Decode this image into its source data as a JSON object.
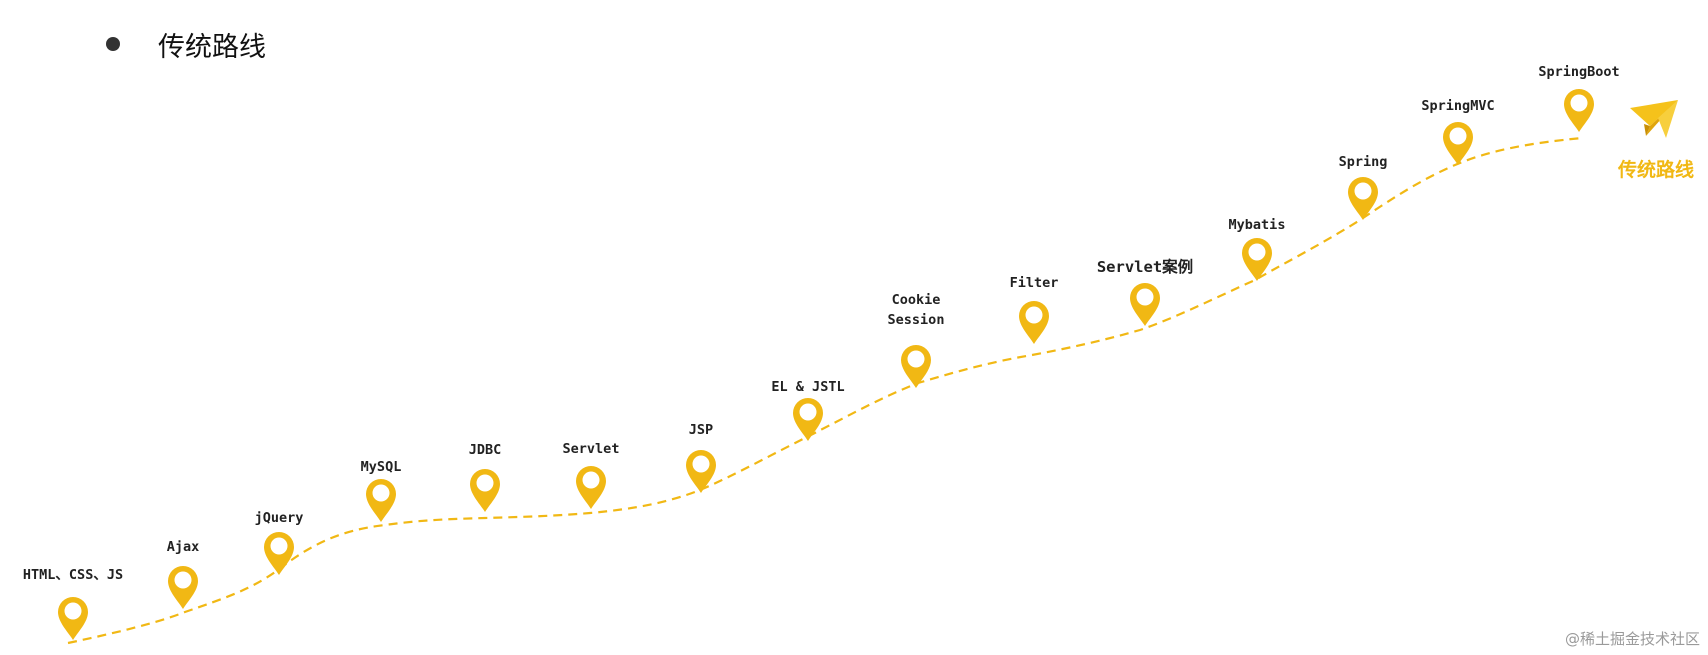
{
  "heading": "传统路线",
  "end_label": "传统路线",
  "watermark": "@稀土掘金技术社区",
  "colors": {
    "accent": "#f1b814",
    "text": "#222222"
  },
  "route": {
    "stops": [
      {
        "label": "HTML、CSS、JS"
      },
      {
        "label": "Ajax"
      },
      {
        "label": "jQuery"
      },
      {
        "label": "MySQL"
      },
      {
        "label": "JDBC"
      },
      {
        "label": "Servlet"
      },
      {
        "label": "JSP"
      },
      {
        "label": "EL & JSTL"
      },
      {
        "label": "Cookie",
        "label2": "Session"
      },
      {
        "label": "Filter"
      },
      {
        "label": "Servlet案例"
      },
      {
        "label": "Mybatis"
      },
      {
        "label": "Spring"
      },
      {
        "label": "SpringMVC"
      },
      {
        "label": "SpringBoot"
      }
    ],
    "end_icon": "paper-plane-icon",
    "stop_icon": "map-pin-icon"
  }
}
